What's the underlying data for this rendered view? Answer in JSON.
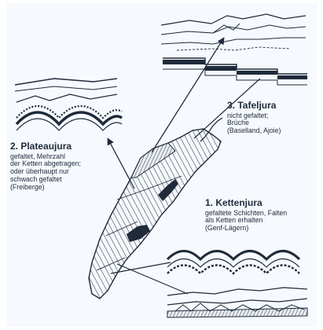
{
  "diagram": {
    "labels": {
      "tafeljura": {
        "title": "3. Tafeljura",
        "description": "nicht gefaltet;\nBrüche\n(Baselland, Ajoie)"
      },
      "plateaujura": {
        "title": "2. Plateaujura",
        "description": "gefaltet, Mehrzahl\nder Ketten abgetragen;\noder überhaupt nur\nschwach gefaltet\n(Freiberge)"
      },
      "kettenjura": {
        "title": "1. Kettenjura",
        "description": "gefaltete Schichten, Falten\nals Ketten erhalten\n(Genf-Lägern)"
      }
    },
    "colors": {
      "ink": "#1f2a3a",
      "background": "#f6f9fd",
      "hatch": "#2b3442"
    }
  }
}
